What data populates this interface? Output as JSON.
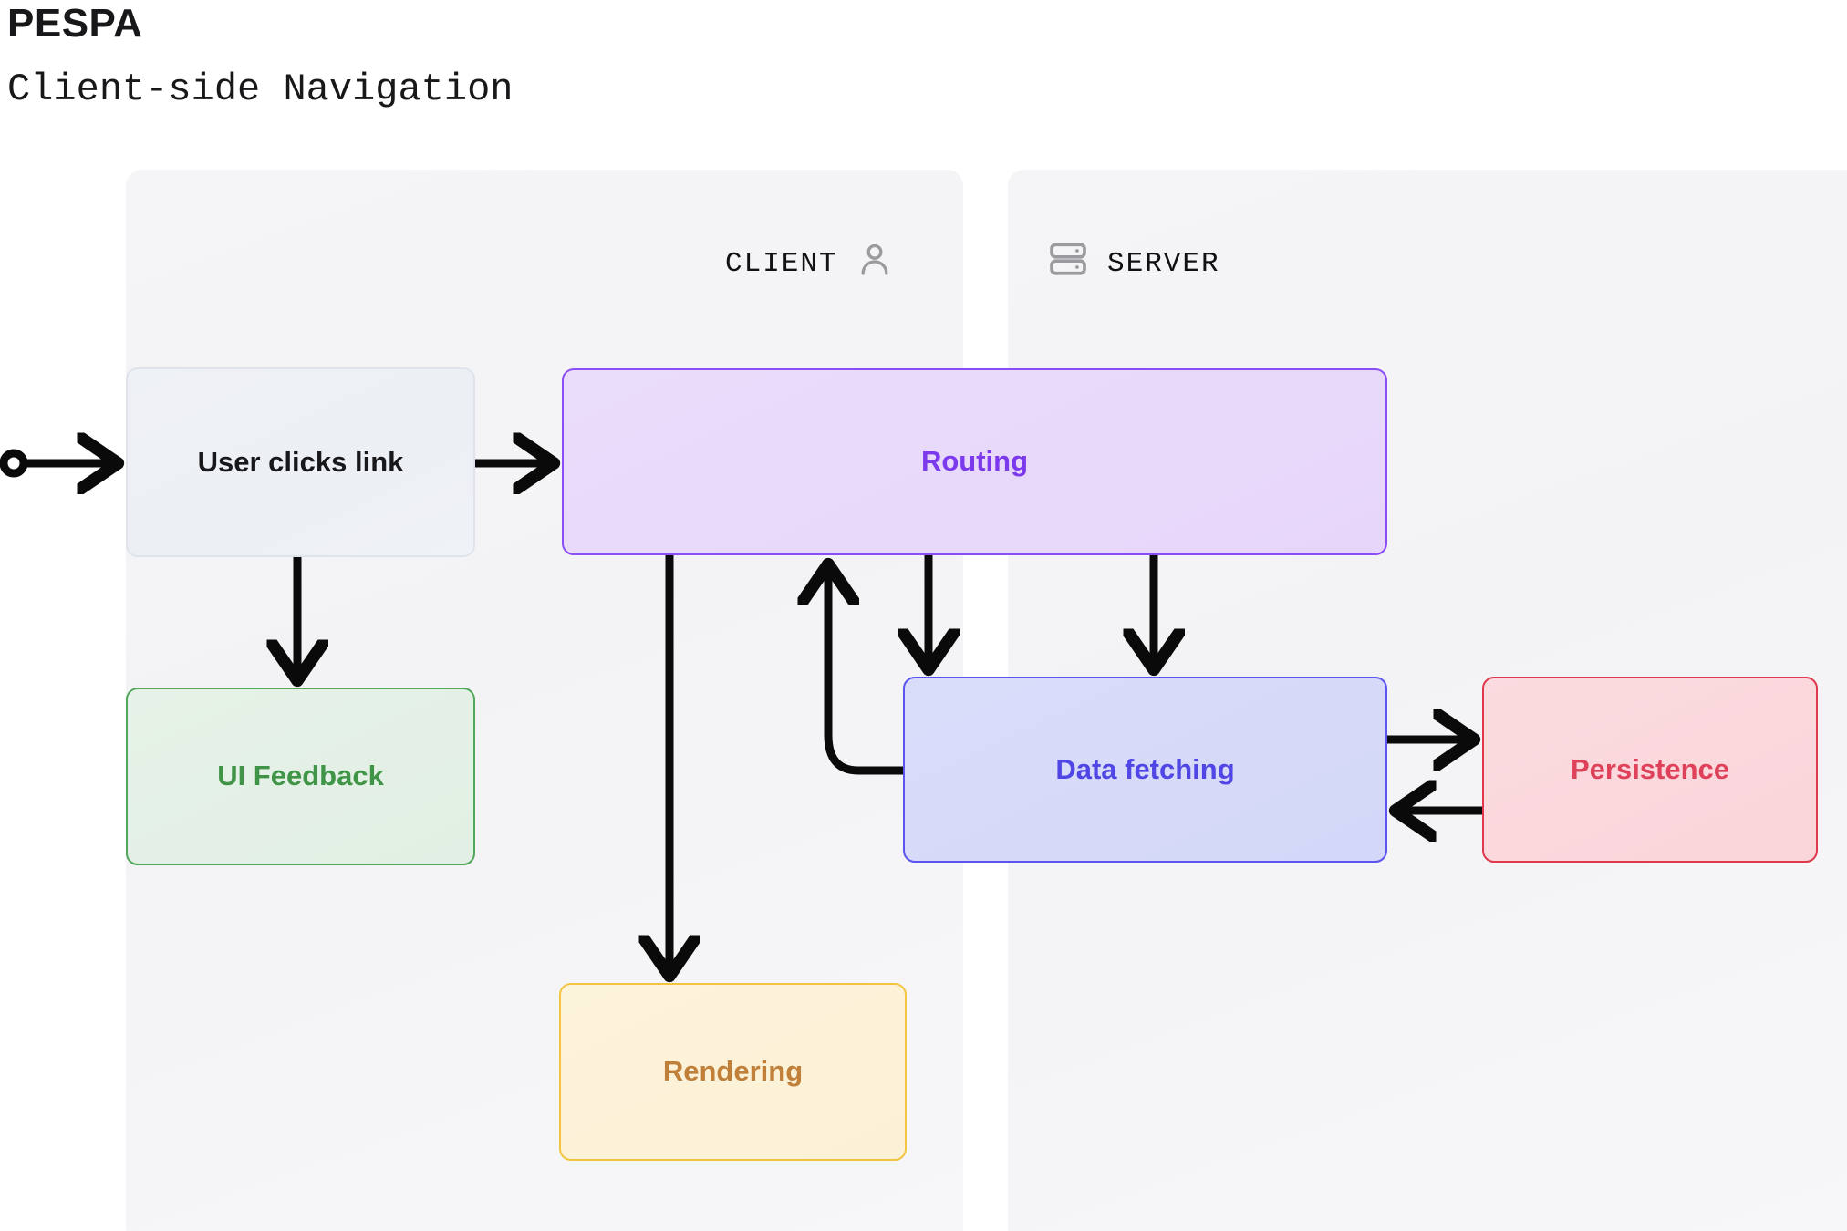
{
  "header": {
    "title": "PESPA",
    "subtitle": "Client-side Navigation"
  },
  "lanes": [
    {
      "id": "client",
      "label": "CLIENT",
      "icon": "user-icon",
      "icon_side": "right"
    },
    {
      "id": "server",
      "label": "SERVER",
      "icon": "server-icon",
      "icon_side": "left"
    }
  ],
  "nodes": [
    {
      "id": "user-clicks",
      "label": "User clicks link",
      "lane": "client",
      "fill": "#eef1f5",
      "border": "#dfe4ec",
      "text": "#18181b"
    },
    {
      "id": "ui-feedback",
      "label": "UI Feedback",
      "lane": "client",
      "fill": "#e6f2e7",
      "border": "#51a75a",
      "text": "#3f9447"
    },
    {
      "id": "routing",
      "label": "Routing",
      "lane": "client-server",
      "fill": "#eadcfb",
      "border": "#8b4df5",
      "text": "#7c3aed"
    },
    {
      "id": "rendering",
      "label": "Rendering",
      "lane": "client",
      "fill": "#fcf3db",
      "border": "#f3c53f",
      "text": "#c1803a"
    },
    {
      "id": "data-fetching",
      "label": "Data fetching",
      "lane": "client-server",
      "fill": "#d9dcf9",
      "border": "#5b54ee",
      "text": "#4f46e5"
    },
    {
      "id": "persistence",
      "label": "Persistence",
      "lane": "server",
      "fill": "#fbdbdf",
      "border": "#e0394e",
      "text": "#e0415a"
    }
  ],
  "edges": [
    {
      "id": "start-to-user-clicks",
      "from": "start-node",
      "to": "user-clicks",
      "style": "straight",
      "direction": "right"
    },
    {
      "id": "user-clicks-to-routing",
      "from": "user-clicks",
      "to": "routing",
      "style": "straight",
      "direction": "right"
    },
    {
      "id": "user-clicks-to-ui-feedback",
      "from": "user-clicks",
      "to": "ui-feedback",
      "style": "straight",
      "direction": "down"
    },
    {
      "id": "routing-to-rendering",
      "from": "routing",
      "to": "rendering",
      "style": "straight",
      "direction": "down"
    },
    {
      "id": "routing-to-data-fetching-left",
      "from": "routing",
      "to": "data-fetching",
      "style": "straight",
      "direction": "down"
    },
    {
      "id": "routing-to-data-fetching-right",
      "from": "routing",
      "to": "data-fetching",
      "style": "straight",
      "direction": "down"
    },
    {
      "id": "data-fetching-to-routing",
      "from": "data-fetching",
      "to": "routing",
      "style": "curved",
      "direction": "up"
    },
    {
      "id": "data-fetching-to-persistence",
      "from": "data-fetching",
      "to": "persistence",
      "style": "straight",
      "direction": "right"
    },
    {
      "id": "persistence-to-data-fetching",
      "from": "persistence",
      "to": "data-fetching",
      "style": "straight",
      "direction": "left"
    }
  ],
  "colors": {
    "arrow": "#0a0a0a",
    "lane_background": "#f4f4f7",
    "page_background": "#ffffff",
    "lane_label": "#111114",
    "lane_icon": "#9a9a9f"
  }
}
